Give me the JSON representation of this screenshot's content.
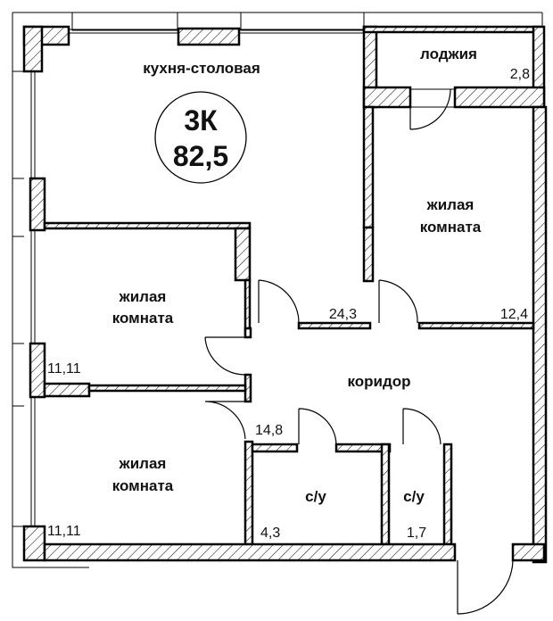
{
  "plan": {
    "apartment_type": "3К",
    "total_area": "82,5",
    "rooms": [
      {
        "name": "кухня-столовая",
        "area": "24,3"
      },
      {
        "name": "лоджия",
        "area": "2,8"
      },
      {
        "name": "жилая комната",
        "line1": "жилая",
        "line2": "комната",
        "area": "12,4"
      },
      {
        "name": "жилая комната",
        "line1": "жилая",
        "line2": "комната",
        "area": "11,11"
      },
      {
        "name": "коридор",
        "area": "14,8"
      },
      {
        "name": "жилая комната",
        "line1": "жилая",
        "line2": "комната",
        "area": "11,11"
      },
      {
        "name": "с/у",
        "area": "4,3"
      },
      {
        "name": "с/у",
        "area": "1,7"
      }
    ]
  }
}
